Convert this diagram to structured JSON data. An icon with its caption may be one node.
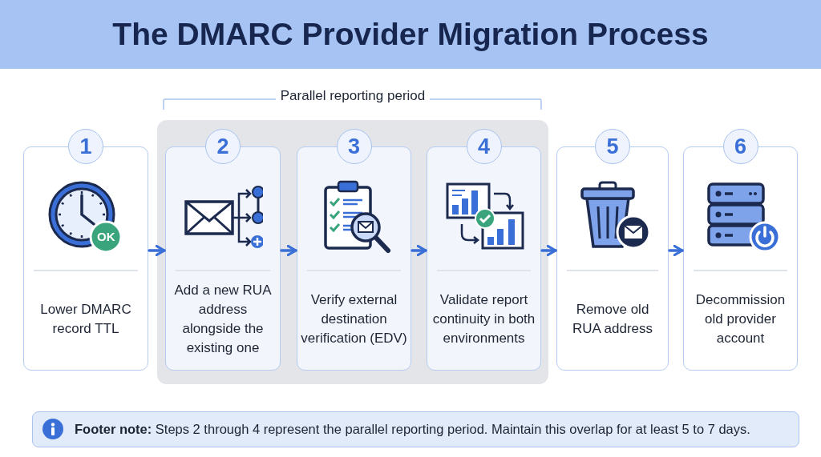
{
  "diagram": {
    "title": "The DMARC Provider Migration Process",
    "nodes": [
      {
        "text": [
          "1",
          "Lower DMARC record TTL"
        ]
      },
      {
        "text": [
          "Parallel reporting period"
        ]
      },
      {
        "text": [
          "2",
          "Add a new RUA address alongside the existing one"
        ],
        "in": 1
      },
      {
        "text": [
          "3",
          "Verify external destination verification (EDV)"
        ],
        "in": 1
      },
      {
        "text": [
          "4",
          "Validate report continuity in both environments"
        ],
        "in": 1
      },
      {
        "text": [
          "5",
          "Remove old RUA address"
        ]
      },
      {
        "text": [
          "6",
          "Decommission old provider account"
        ]
      },
      {
        "text": [
          "**Footer note:** Steps 2 through 4 represent the parallel reporting period. Maintain this overlap for at least 5 to 7 days."
        ]
      }
    ],
    "edges": [
      {
        "from": 0,
        "to": 2,
        "arrow": "to"
      },
      {
        "from": 2,
        "to": 3,
        "arrow": "to"
      },
      {
        "from": 3,
        "to": 4,
        "arrow": "to"
      },
      {
        "from": 4,
        "to": 5,
        "arrow": "to"
      },
      {
        "from": 5,
        "to": 6,
        "arrow": "to"
      }
    ],
    "labels": [
      "OK"
    ]
  }
}
